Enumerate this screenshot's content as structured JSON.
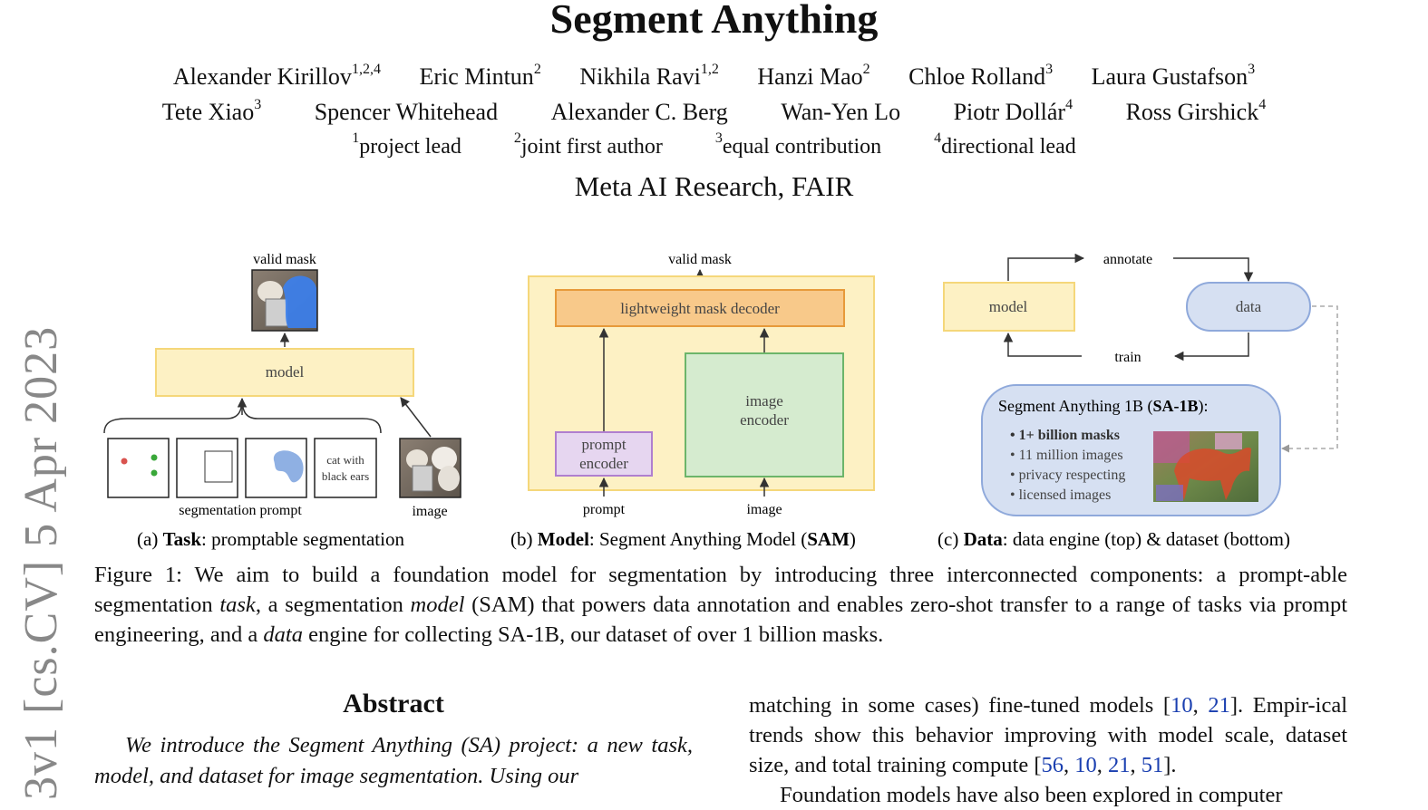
{
  "paper": {
    "title": "Segment Anything",
    "authors_row1": [
      {
        "name": "Alexander Kirillov",
        "sup": "1,2,4"
      },
      {
        "name": "Eric Mintun",
        "sup": "2"
      },
      {
        "name": "Nikhila Ravi",
        "sup": "1,2"
      },
      {
        "name": "Hanzi Mao",
        "sup": "2"
      },
      {
        "name": "Chloe Rolland",
        "sup": "3"
      },
      {
        "name": "Laura Gustafson",
        "sup": "3"
      }
    ],
    "authors_row2": [
      {
        "name": "Tete Xiao",
        "sup": "3"
      },
      {
        "name": "Spencer Whitehead",
        "sup": ""
      },
      {
        "name": "Alexander C. Berg",
        "sup": ""
      },
      {
        "name": "Wan-Yen Lo",
        "sup": ""
      },
      {
        "name": "Piotr Dollár",
        "sup": "4"
      },
      {
        "name": "Ross Girshick",
        "sup": "4"
      }
    ],
    "notes": [
      {
        "sup": "1",
        "text": "project lead"
      },
      {
        "sup": "2",
        "text": "joint first author"
      },
      {
        "sup": "3",
        "text": "equal contribution"
      },
      {
        "sup": "4",
        "text": "directional lead"
      }
    ],
    "affiliation": "Meta AI Research, FAIR",
    "arxiv_stamp": "[cs.CV]  5 Apr 2023",
    "arxiv_id_fragment": "3v1"
  },
  "figure": {
    "a": {
      "valid_mask": "valid mask",
      "model": "model",
      "prompt_text": "cat with black ears",
      "segmentation_prompt": "segmentation prompt",
      "image": "image",
      "label_prefix": "(a) ",
      "label_bold": "Task",
      "label_rest": ": promptable segmentation"
    },
    "b": {
      "valid_mask": "valid mask",
      "decoder": "lightweight mask decoder",
      "image_encoder_1": "image",
      "image_encoder_2": "encoder",
      "prompt_encoder_1": "prompt",
      "prompt_encoder_2": "encoder",
      "prompt": "prompt",
      "image": "image",
      "label_prefix": "(b) ",
      "label_bold": "Model",
      "label_mid": ": Segment Anything Model (",
      "label_bold2": "SAM",
      "label_end": ")"
    },
    "c": {
      "annotate": "annotate",
      "train": "train",
      "model": "model",
      "data": "data",
      "dataset_title_pre": "Segment Anything 1B (",
      "dataset_title_bold": "SA-1B",
      "dataset_title_post": "):",
      "bullets": [
        "1+ billion masks",
        "11 million images",
        "privacy respecting",
        "licensed images"
      ],
      "label_prefix": "(c) ",
      "label_bold": "Data",
      "label_rest": ": data engine (top) & dataset (bottom)"
    }
  },
  "caption": {
    "p1": "Figure 1: We aim to build a foundation model for segmentation by introducing three interconnected components: a prompt-able segmentation ",
    "task": "task",
    "p2": ", a segmentation ",
    "model": "model",
    "p3": " (SAM) that powers data annotation and enables zero-shot transfer to a range of tasks via prompt engineering, and a ",
    "data": "data",
    "p4": " engine for collecting SA-1B, our dataset of over 1 billion masks."
  },
  "abstract": {
    "heading": "Abstract",
    "text": "We introduce the Segment Anything (SA) project: a new task, model, and dataset for image segmentation. Using our"
  },
  "right_column": {
    "l1a": "matching in some cases) fine-tuned models [",
    "c10": "10",
    "c21": "21",
    "l1b": "]. Empir-ical trends show this behavior improving with model scale, dataset size, and total training compute [",
    "c56": "56",
    "c10b": "10",
    "c21b": "21",
    "c51": "51",
    "l2": "].",
    "l3": "Foundation models have also been explored in computer"
  },
  "colors": {
    "model_fill": "#fdf1c4",
    "model_stroke": "#f5d77a",
    "decoder_fill": "#f8c98a",
    "decoder_stroke": "#e79a3a",
    "encoder_fill": "#d5ebcf",
    "encoder_stroke": "#6cb56a",
    "prompt_enc_fill": "#e6d6f0",
    "prompt_enc_stroke": "#b07fcf",
    "data_fill": "#d6e0f2",
    "data_stroke": "#8fa9db",
    "cite": "#1a3fb0"
  }
}
